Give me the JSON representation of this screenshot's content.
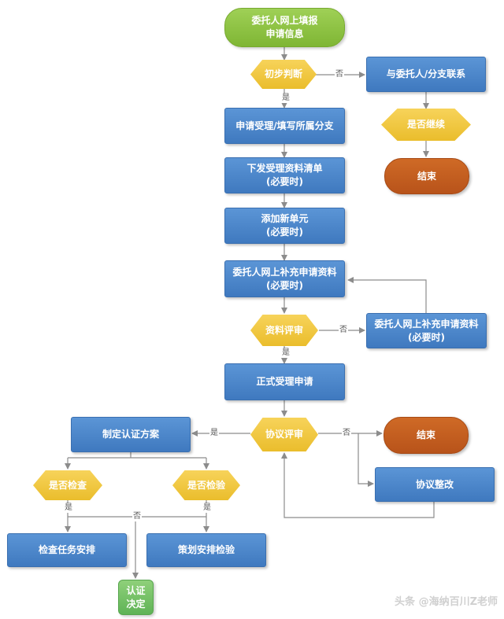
{
  "nodes": {
    "start": "委托人网上填报\n申请信息",
    "initial_check": "初步判断",
    "contact_branch": "与委托人/分支联系",
    "continue_check": "是否继续",
    "end_top": "结束",
    "accept_fill_branch": "申请受理/填写所属分支",
    "issue_checklist": "下发受理资料清单\n(必要时)",
    "add_unit": "添加新单元",
    "add_unit_note": "(必要时)",
    "supplement_materials": "委托人网上补充申请资料\n(必要时)",
    "review_materials": "资料评审",
    "supplement_materials_right": "委托人网上补充申请资料\n(必要时)",
    "formal_accept": "正式受理申请",
    "agreement_review": "协议评审",
    "end_right": "结束",
    "agreement_revise": "协议整改",
    "make_plan": "制定认证方案",
    "need_inspection": "是否检查",
    "need_testing": "是否检验",
    "inspection_task": "检查任务安排",
    "plan_testing": "策划安排检验",
    "decision": "认证\n决定"
  },
  "labels": {
    "yes": "是",
    "no": "否"
  },
  "watermark": "头条 @海纳百川Z老师",
  "colors": {
    "process": "#4a86cb",
    "decision": "#f0c43c",
    "start": "#8dc341",
    "end": "#c05a1f",
    "decision_small": "#6cbf5e",
    "edge": "#8c8c8c"
  }
}
